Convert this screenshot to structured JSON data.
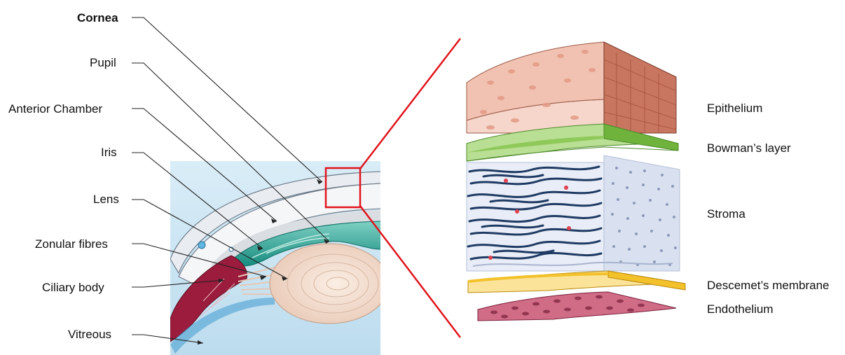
{
  "left_labels": {
    "cornea": "Cornea",
    "pupil": "Pupil",
    "anterior_chamber": "Anterior Chamber",
    "iris": "Iris",
    "lens": "Lens",
    "zonular_fibres": "Zonular fibres",
    "ciliary_body": "Ciliary body",
    "vitreous": "Vitreous"
  },
  "right_labels": {
    "epithelium": "Epithelium",
    "bowmans_layer": "Bowman’s layer",
    "stroma": "Stroma",
    "descemets_membrane": "Descemet’s membrane",
    "endothelium": "Endothelium"
  },
  "colors": {
    "zoom_box": "#e0141c",
    "leader_line": "#222222",
    "epithelium": "#f2c0ae",
    "bowmans_layer": "#8fc95a",
    "stroma": "#dfe6f4",
    "stroma_fibres": "#1f3b63",
    "descemets_membrane": "#f3c12a",
    "endothelium": "#c95470",
    "iris": "#2fa898",
    "ciliary_body": "#9b1c3c",
    "lens": "#f2dccc",
    "vitreous": "#cfe6f3"
  }
}
